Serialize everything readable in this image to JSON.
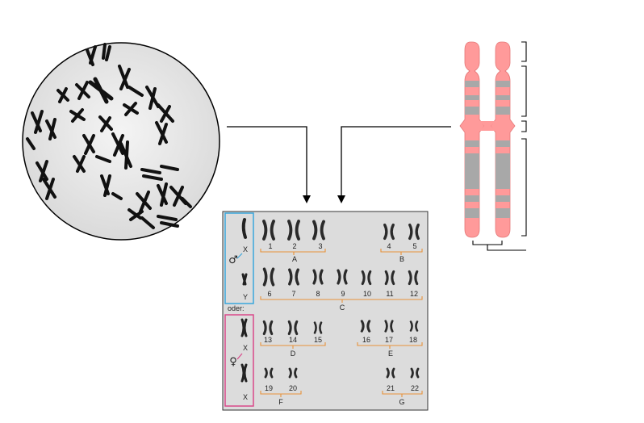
{
  "karyogram": {
    "male_section": {
      "symbol": "♂",
      "sex_chromosome_1": "X",
      "sex_chromosome_2": "Y"
    },
    "separator_label": "oder:",
    "female_section": {
      "symbol": "♀",
      "sex_chromosome_1": "X",
      "sex_chromosome_2": "X"
    },
    "group_A": {
      "letter": "A",
      "numbers": [
        "1",
        "2",
        "3"
      ]
    },
    "group_B": {
      "letter": "B",
      "numbers": [
        "4",
        "5"
      ]
    },
    "group_C": {
      "letter": "C",
      "numbers": [
        "6",
        "7",
        "8",
        "9",
        "10",
        "11",
        "12"
      ]
    },
    "group_D": {
      "letter": "D",
      "numbers": [
        "13",
        "14",
        "15"
      ]
    },
    "group_E": {
      "letter": "E",
      "numbers": [
        "16",
        "17",
        "18"
      ]
    },
    "group_F": {
      "letter": "F",
      "numbers": [
        "19",
        "20"
      ]
    },
    "group_G": {
      "letter": "G",
      "numbers": [
        "21",
        "22"
      ]
    }
  },
  "colors": {
    "male_frame": "#3aa6dc",
    "female_frame": "#d9488a",
    "bracket": "#e8923a",
    "chromosome_pink": "#ff9a9a",
    "chromosome_band": "#a8a8a8",
    "karyogram_bg": "#dcdcdc"
  }
}
